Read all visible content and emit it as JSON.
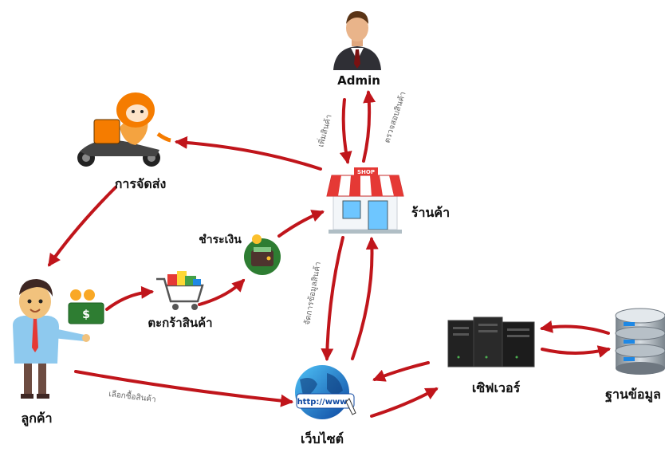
{
  "nodes": {
    "admin": "Admin",
    "shop": "ร้านค้า",
    "shop_sign": "SHOP",
    "delivery": "การจัดส่ง",
    "payment": "ชำระเงิน",
    "cart": "ตะกร้าสินค้า",
    "customer": "ลูกค้า",
    "website": "เว็บไซต์",
    "website_url": "http://www",
    "server": "เซิฟเวอร์",
    "database": "ฐานข้อมูล"
  },
  "edges": {
    "add_product": "เพิ่มสินค้า",
    "check_product": "ตรวจสอบสินค้า",
    "manage_product_data": "จัดการข้อมูลสินค้า",
    "choose_product": "เลือกซื้อสินค้า"
  },
  "colors": {
    "arrow": "#c0151b",
    "shop_awning": "#e53935",
    "server": "#222222",
    "database": "#9aa3ab",
    "globe": "#1565c0"
  }
}
